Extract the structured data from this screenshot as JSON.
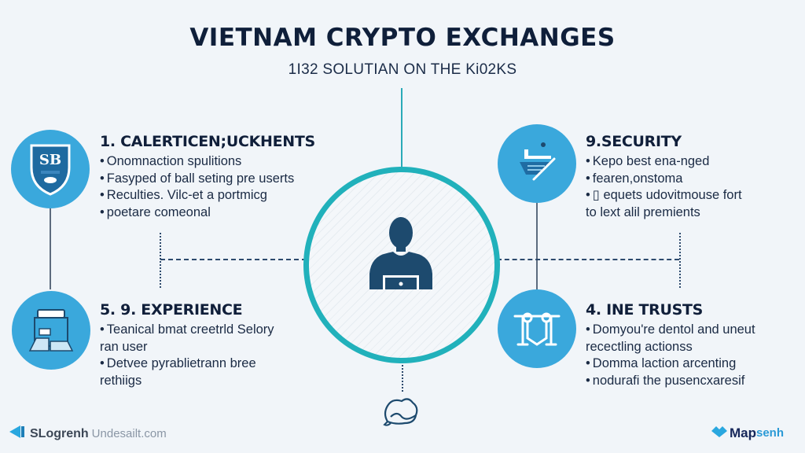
{
  "header": {
    "title": "VIETNAM CRYPTO EXCHANGES",
    "subtitle": "1I32 SOLUTIAN ON THE Ki02KS"
  },
  "colors": {
    "background": "#f1f5f9",
    "accent_teal": "#21b1bb",
    "icon_blue": "#3aa8dc",
    "navy": "#1d4a6e",
    "text": "#13233f"
  },
  "center": {
    "icon": "user-with-laptop-icon"
  },
  "bottom_icon": "cloud-hand-icon",
  "blocks": [
    {
      "id": "top-left",
      "icon": "shield-badge-icon",
      "icon_text": "SB",
      "title": "1. CALERTICEN;UCKHENTS",
      "lines": [
        {
          "bullet": true,
          "text": "Onomnaction spulitions"
        },
        {
          "bullet": true,
          "text": "Fasyped of ball seting pre userts"
        },
        {
          "bullet": true,
          "text": "Reculties. Vilc-et a portmicg"
        },
        {
          "bullet": true,
          "text": "poetare comeonal"
        }
      ]
    },
    {
      "id": "top-right",
      "icon": "security-ship-icon",
      "title": "9.SECURITY",
      "lines": [
        {
          "bullet": true,
          "text": "Kepo best ena-nged"
        },
        {
          "bullet": true,
          "text": "fearen,onstoma"
        },
        {
          "bullet": true,
          "text": "▯ equets udovitmouse fort"
        },
        {
          "bullet": false,
          "text": "to lext alil premients"
        }
      ]
    },
    {
      "id": "bottom-left",
      "icon": "printer-document-icon",
      "title": "5. 9. EXPERIENCE",
      "lines": [
        {
          "bullet": true,
          "text": "Teanical bmat creetrld Selory"
        },
        {
          "bullet": false,
          "text": "ran user"
        },
        {
          "bullet": true,
          "text": "Detvee pyrablietrann bree"
        },
        {
          "bullet": false,
          "text": "rethiigs"
        }
      ]
    },
    {
      "id": "bottom-right",
      "icon": "trust-link-icon",
      "title": "4. INE TRUSTS",
      "lines": [
        {
          "bullet": true,
          "text": "Domyou're dentol and uneut"
        },
        {
          "bullet": false,
          "text": "recectling actionss"
        },
        {
          "bullet": true,
          "text": "Domma laction arcenting"
        },
        {
          "bullet": true,
          "text": "nodurafi the pusencxaresif"
        }
      ]
    }
  ],
  "footer": {
    "left_brand": "SLogrenh",
    "left_rest": "Undesailt.com",
    "right_brand_main": "Map",
    "right_brand_accent": "senh"
  }
}
